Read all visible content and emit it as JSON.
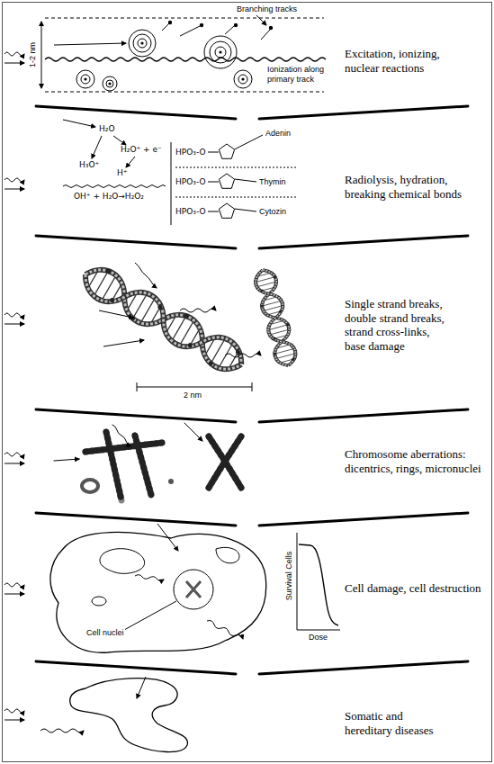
{
  "diagram": {
    "labels": [
      "Branching tracks",
      "1-2 nm",
      "Ionization along primary track",
      "Excitation, ionizing, nuclear reactions",
      "H₂O",
      "H₂O⁺ + e⁻",
      "H₃O⁺",
      "H⁺",
      "OH⁺ + H₂O→H₂O₂",
      "HPO₃-O",
      "HPO₃-O",
      "HPO₃-O",
      "Adenin",
      "Thymin",
      "Cytozin",
      "Radiolysis, hydration, breaking chemical bonds",
      "2 nm",
      "Single strand breaks, double strand breaks, strand cross-links, base damage",
      "Chromosome aberrations: dicentrics, rings, micronuclei",
      "Cell nuclei",
      "Survival Cells",
      "Dose",
      "Cell damage, cell destruction",
      "Somatic and hereditary diseases"
    ]
  }
}
